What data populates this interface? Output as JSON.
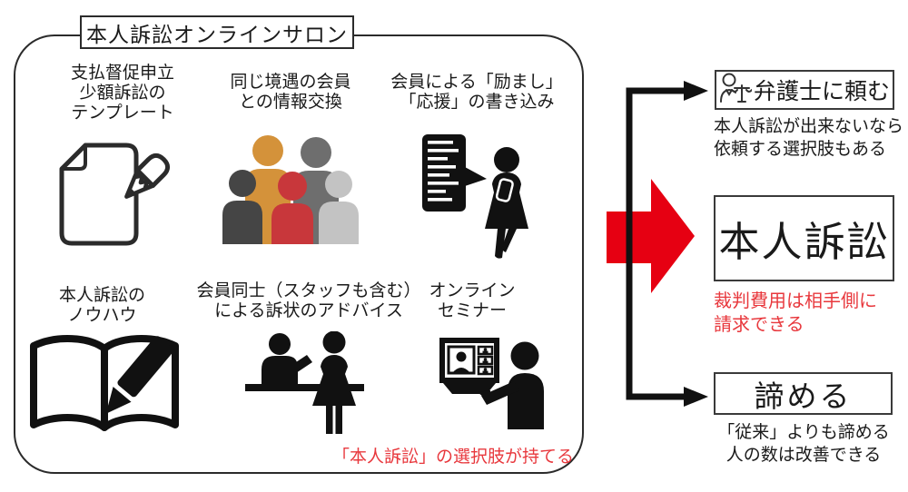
{
  "title": "本人訴訟オンラインサロン",
  "panel": {
    "features": [
      {
        "label": "支払督促申立\n少額訴訟の\nテンプレート",
        "icon": "document-pencil-icon"
      },
      {
        "label": "同じ境遇の会員\nとの情報交換",
        "icon": "people-group-icon"
      },
      {
        "label": "会員による「励まし」\n「応援」の書き込み",
        "icon": "member-posting-icon"
      },
      {
        "label": "本人訴訟の\nノウハウ",
        "icon": "book-pencil-icon"
      },
      {
        "label": "会員同士（スタッフも含む）\nによる訴状のアドバイス",
        "icon": "desk-advice-icon"
      },
      {
        "label": "オンライン\nセミナー",
        "icon": "online-seminar-icon"
      }
    ],
    "footnote": "「本人訴訟」の選択肢が持てる"
  },
  "outcomes": {
    "lawyer": {
      "label": "弁護士に頼む",
      "note": "本人訴訟が出来ないなら\n依頼する選択肢もある"
    },
    "pro_se": {
      "label": "本人訴訟",
      "note": "裁判費用は相手側に\n請求できる"
    },
    "give_up": {
      "label": "諦める",
      "note": "「従来」よりも諦める\n人の数は改善できる"
    }
  },
  "colors": {
    "accent_red_arrow": "#e60012",
    "red_text": "#e8383d",
    "outline_black": "#1a1a1a",
    "people_group": {
      "orange": "#d4923a",
      "dark_gray": "#454545",
      "gray": "#6e6e6e",
      "red": "#c8373b",
      "silver": "#c3c3c3"
    }
  }
}
